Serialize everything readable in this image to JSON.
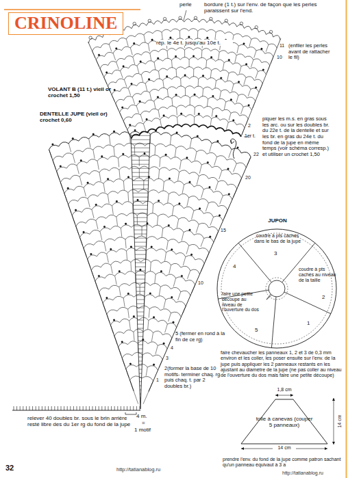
{
  "diagram": {
    "title": "CRINOLINE",
    "nodes": [
      {
        "text": [
          "JUPON"
        ]
      },
      {
        "text": [
          "toile à canevas (couper 5 panneaux)"
        ]
      }
    ],
    "labels": [
      "perle",
      "bordure (1 t.) sur l'env. de façon que les perles paraissent sur l'end.",
      "rép. le 4e t. jusqu'au 10e t.",
      "11",
      "(enfiler les perles avant de rattacher le fil)",
      "10",
      "2",
      "1er t.",
      "VOLANT B (11 t.) vieil or crochet 1,50",
      "DENTELLE JUPE (vieil or) crochet 0,60",
      "piquer les m.s. en gras sous les arc. ou sur les doubles br. du 22e t. de la dentelle et sur les br. en gras du 24e t. du fond de la jupe en même temps (voir schéma corresp.) et utiliser un crochet 1,50",
      "22",
      "20",
      "15",
      "10",
      "5 (fermer en rond à la fin de ce rg)",
      "4",
      "3",
      "2(former la base de 10 motifs- terminer chaq. rg puis chaq. t. par 2 doubles br.)",
      "1",
      "relever 40 doubles br. sous le brin arrière resté libre des du 1er rg du fond de la jupe",
      "4 m.",
      "=",
      "1 motif",
      "3",
      "coudre à pts cachés dans le bas de la jupe",
      "4",
      "coudre à pts cachés au niveau de la taille",
      "2",
      "faire une petite découpe au niveau de l'ouverture du dos",
      "5",
      "1",
      "faire chevaucher les panneaux 1, 2 et 3 de 0,3 mm environ et les coller, les poser ensuite sur l'env. de la jupe puis appliquer les 2 panneaux restants en les ajustant au diamètre de la jupe (ne pas coller au niveau de l'ouverture du dos mais faire une petite découpe)",
      "1,8 cm",
      "14 cm",
      "14 cm",
      "prendre l'env. du fond de la jupe comme patron sachant qu'un panneau équivaut à 3 a",
      "http://tatianablog.ru",
      "http://tatianablog.ru",
      "32"
    ]
  }
}
